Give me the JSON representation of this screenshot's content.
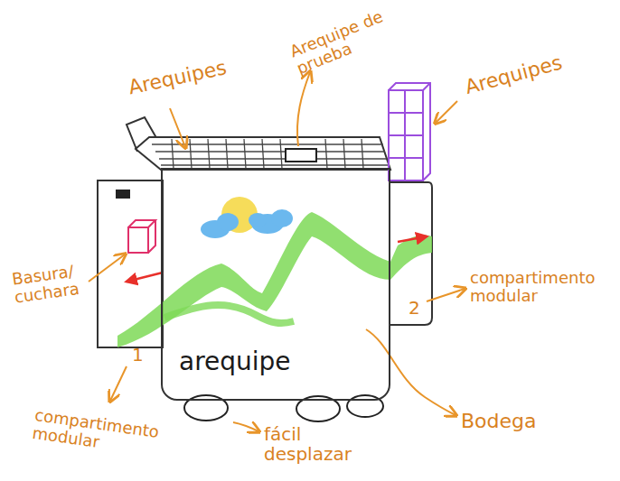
{
  "diagram": {
    "nodes": [
      {
        "text": [
          "arequipe"
        ]
      }
    ],
    "labels": [
      "Arequipes",
      "Arequipe de prueba",
      "Arequipes",
      "Basura/ cuchara",
      "compartimento modular",
      "2",
      "1",
      "compartimento modular",
      "fácil desplazar",
      "Bodega"
    ]
  }
}
